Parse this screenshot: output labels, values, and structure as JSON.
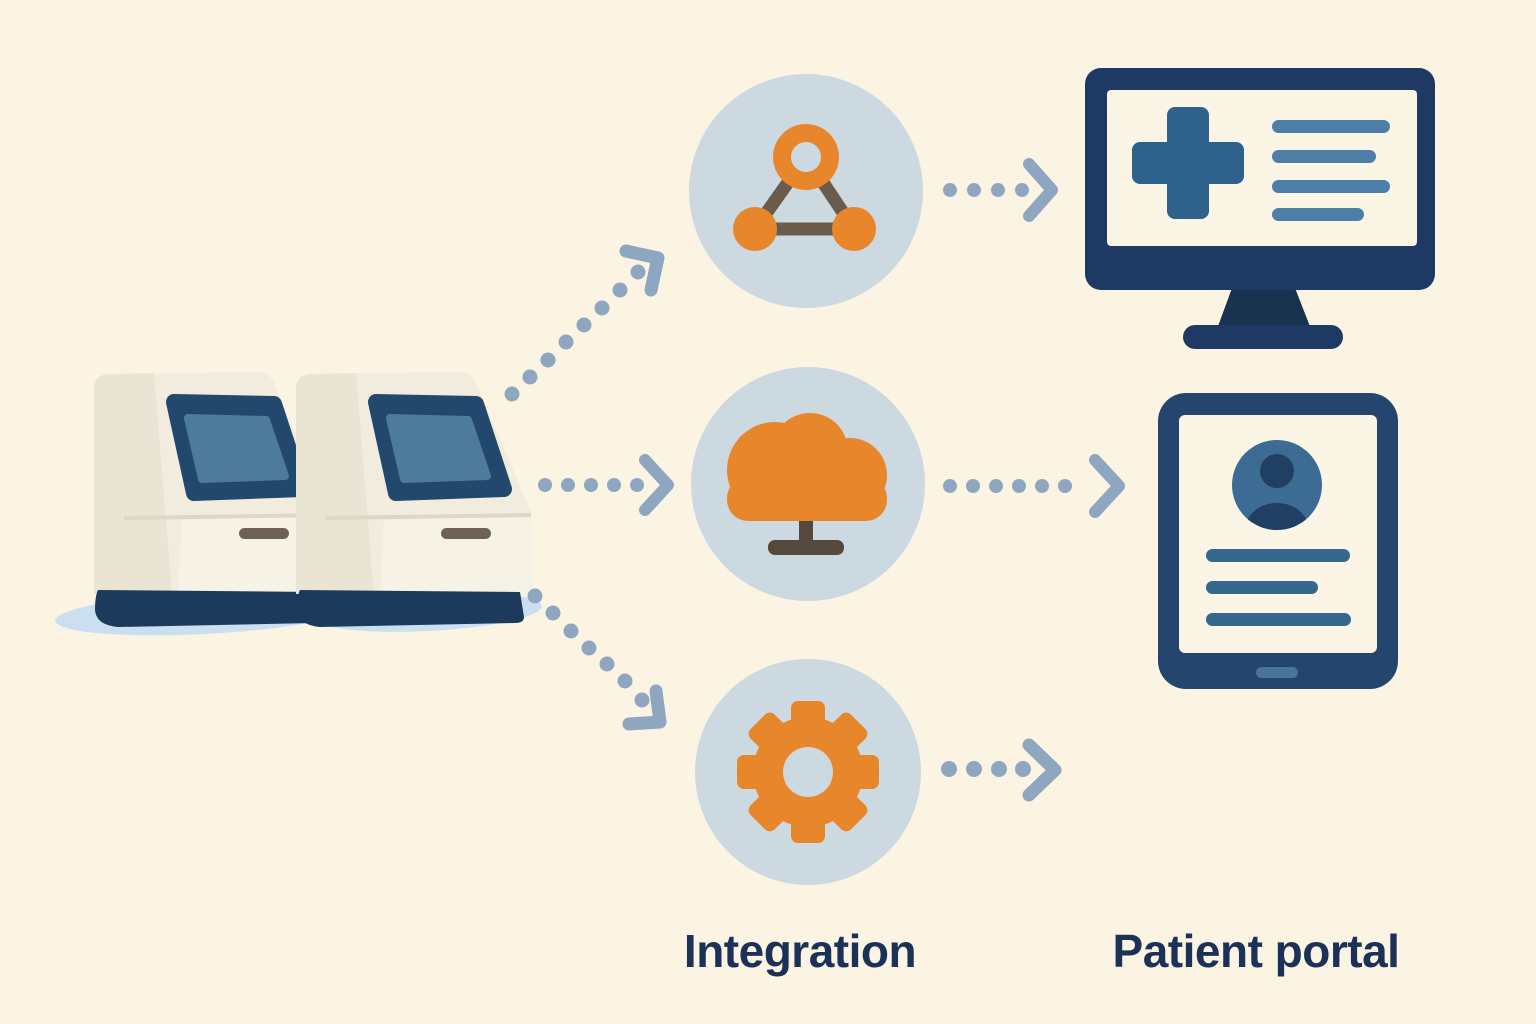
{
  "labels": {
    "integration": "Integration",
    "patient_portal": "Patient portal"
  },
  "source": {
    "device_count": 2,
    "device_type": "lab-analyzer-kiosk"
  },
  "integration_icons": [
    {
      "name": "network-nodes-icon"
    },
    {
      "name": "cloud-network-icon"
    },
    {
      "name": "gear-icon"
    }
  ],
  "portal_devices": [
    {
      "name": "desktop-monitor",
      "content": [
        "medical-cross-icon",
        "text-lines"
      ]
    },
    {
      "name": "tablet",
      "content": [
        "patient-avatar-icon",
        "text-lines",
        "home-button"
      ]
    }
  ],
  "colors": {
    "background": "#FBF4E3",
    "accent_orange": "#E8862C",
    "circle_background": "#CCD9E1",
    "navy": "#1E3A64",
    "steel_blue": "#2E618C",
    "arrow_blue": "#8FA6C1",
    "connector_brown": "#6A5B4C",
    "device_body": "#F2ECDE",
    "device_base": "#1B3A5C",
    "shadow_blue": "#CBDFF0",
    "label_text": "#1C3157"
  }
}
